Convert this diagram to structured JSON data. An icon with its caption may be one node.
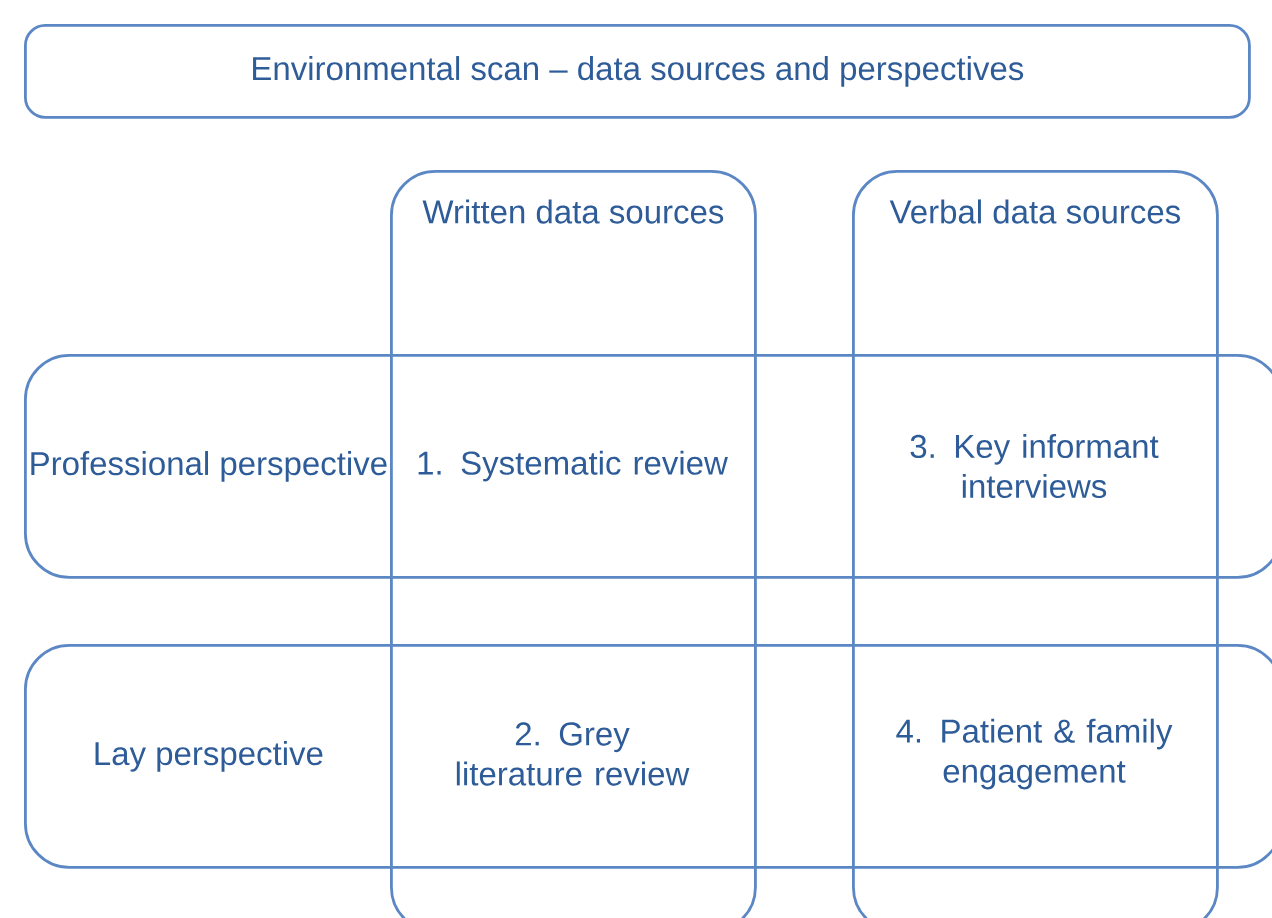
{
  "diagram": {
    "title": "Environmental scan – data sources and perspectives",
    "nodes": [
      {
        "text": [
          "Written data sources"
        ]
      },
      {
        "text": [
          "Verbal data sources"
        ]
      },
      {
        "text": [
          "Professional perspective"
        ]
      },
      {
        "text": [
          "Lay perspective"
        ]
      }
    ],
    "labels": [
      "1. Systematic review",
      "3. Key informant interviews",
      "2. Grey literature review",
      "4. Patient & family engagement"
    ]
  }
}
